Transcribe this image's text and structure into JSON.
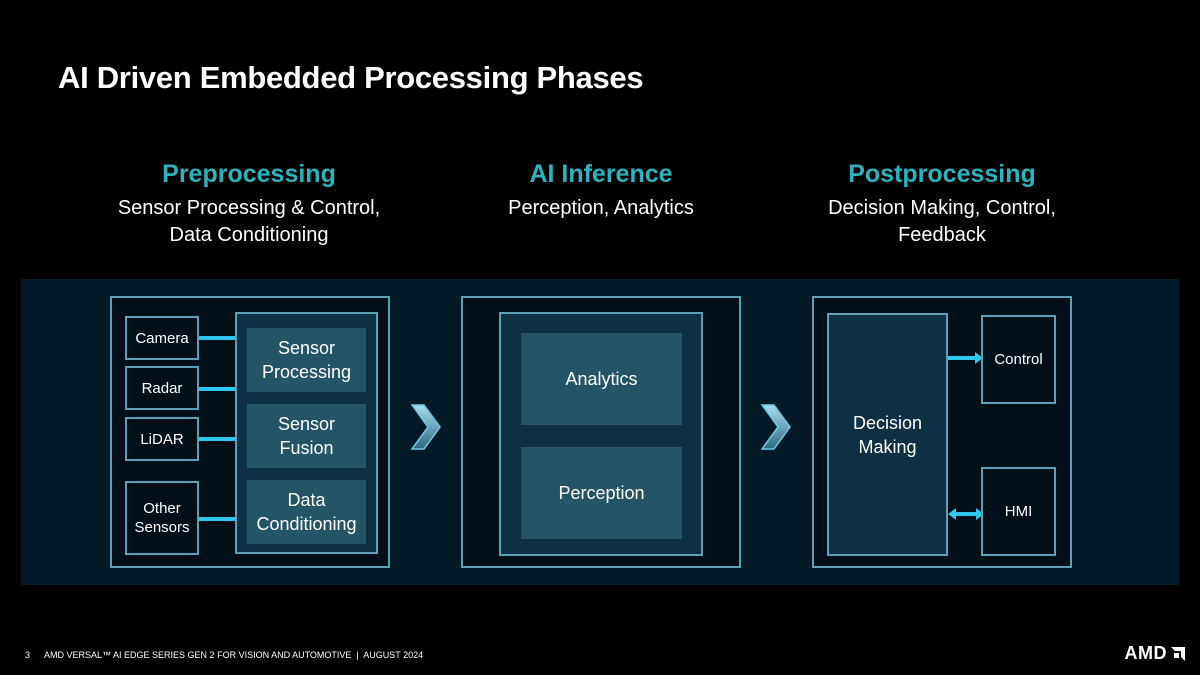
{
  "title": "AI Driven Embedded Processing Phases",
  "phases": [
    {
      "title": "Preprocessing",
      "subtitle_line1": "Sensor Processing & Control,",
      "subtitle_line2": "Data Conditioning"
    },
    {
      "title": "AI Inference",
      "subtitle_line1": "Perception, Analytics",
      "subtitle_line2": ""
    },
    {
      "title": "Postprocessing",
      "subtitle_line1": "Decision Making, Control,",
      "subtitle_line2": "Feedback"
    }
  ],
  "preprocessing": {
    "sensors": [
      "Camera",
      "Radar",
      "LiDAR",
      "Other Sensors"
    ],
    "blocks": [
      "Sensor Processing",
      "Sensor Fusion",
      "Data Conditioning"
    ]
  },
  "inference": {
    "blocks": [
      "Analytics",
      "Perception"
    ]
  },
  "postprocessing": {
    "decision": "Decision Making",
    "outputs": [
      "Control",
      "HMI"
    ]
  },
  "footer": {
    "page_number": "3",
    "text": "AMD VERSAL™ AI EDGE SERIES GEN 2 FOR VISION AND AUTOMOTIVE  |  AUGUST 2024",
    "logo": "AMD"
  },
  "colors": {
    "accent": "#2bb3c0",
    "arrow": "#2ec8ec",
    "border": "#5b9fb8",
    "band": "#021a28"
  }
}
